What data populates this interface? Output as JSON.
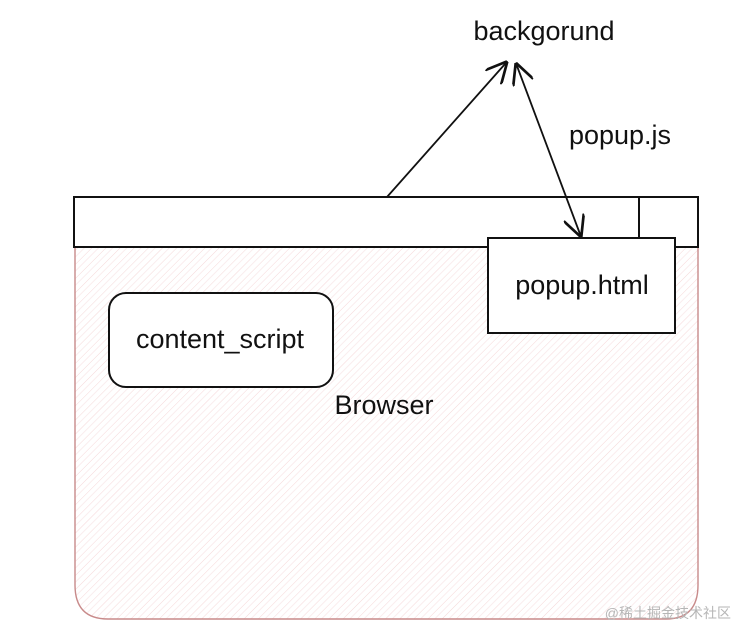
{
  "diagram": {
    "labels": {
      "background": "backgorund",
      "popup_js": "popup.js",
      "popup_html": "popup.html",
      "content_script": "content_script",
      "browser": "Browser"
    },
    "watermark": "@稀土掘金技术社区",
    "colors": {
      "stroke": "#111111",
      "browser_fill": "#d96f73",
      "browser_outline": "#c88a8a",
      "background": "#ffffff",
      "watermark": "#b6b6b6"
    }
  }
}
